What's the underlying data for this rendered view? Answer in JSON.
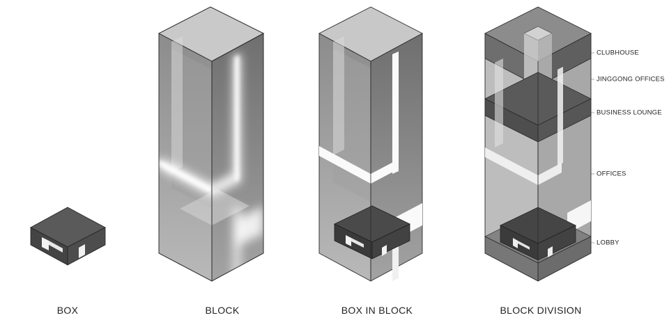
{
  "captions": {
    "box": "BOX",
    "block": "BLOCK",
    "box_in_block": "BOX IN BLOCK",
    "block_division": "BLOCK DIVISION"
  },
  "floor_labels": {
    "clubhouse": "CLUBHOUSE",
    "jinggong_offices": "JINGGONG OFFICES",
    "business_lounge": "BUSINESS LOUNGE",
    "offices": "OFFICES",
    "lobby": "LOBBY"
  }
}
